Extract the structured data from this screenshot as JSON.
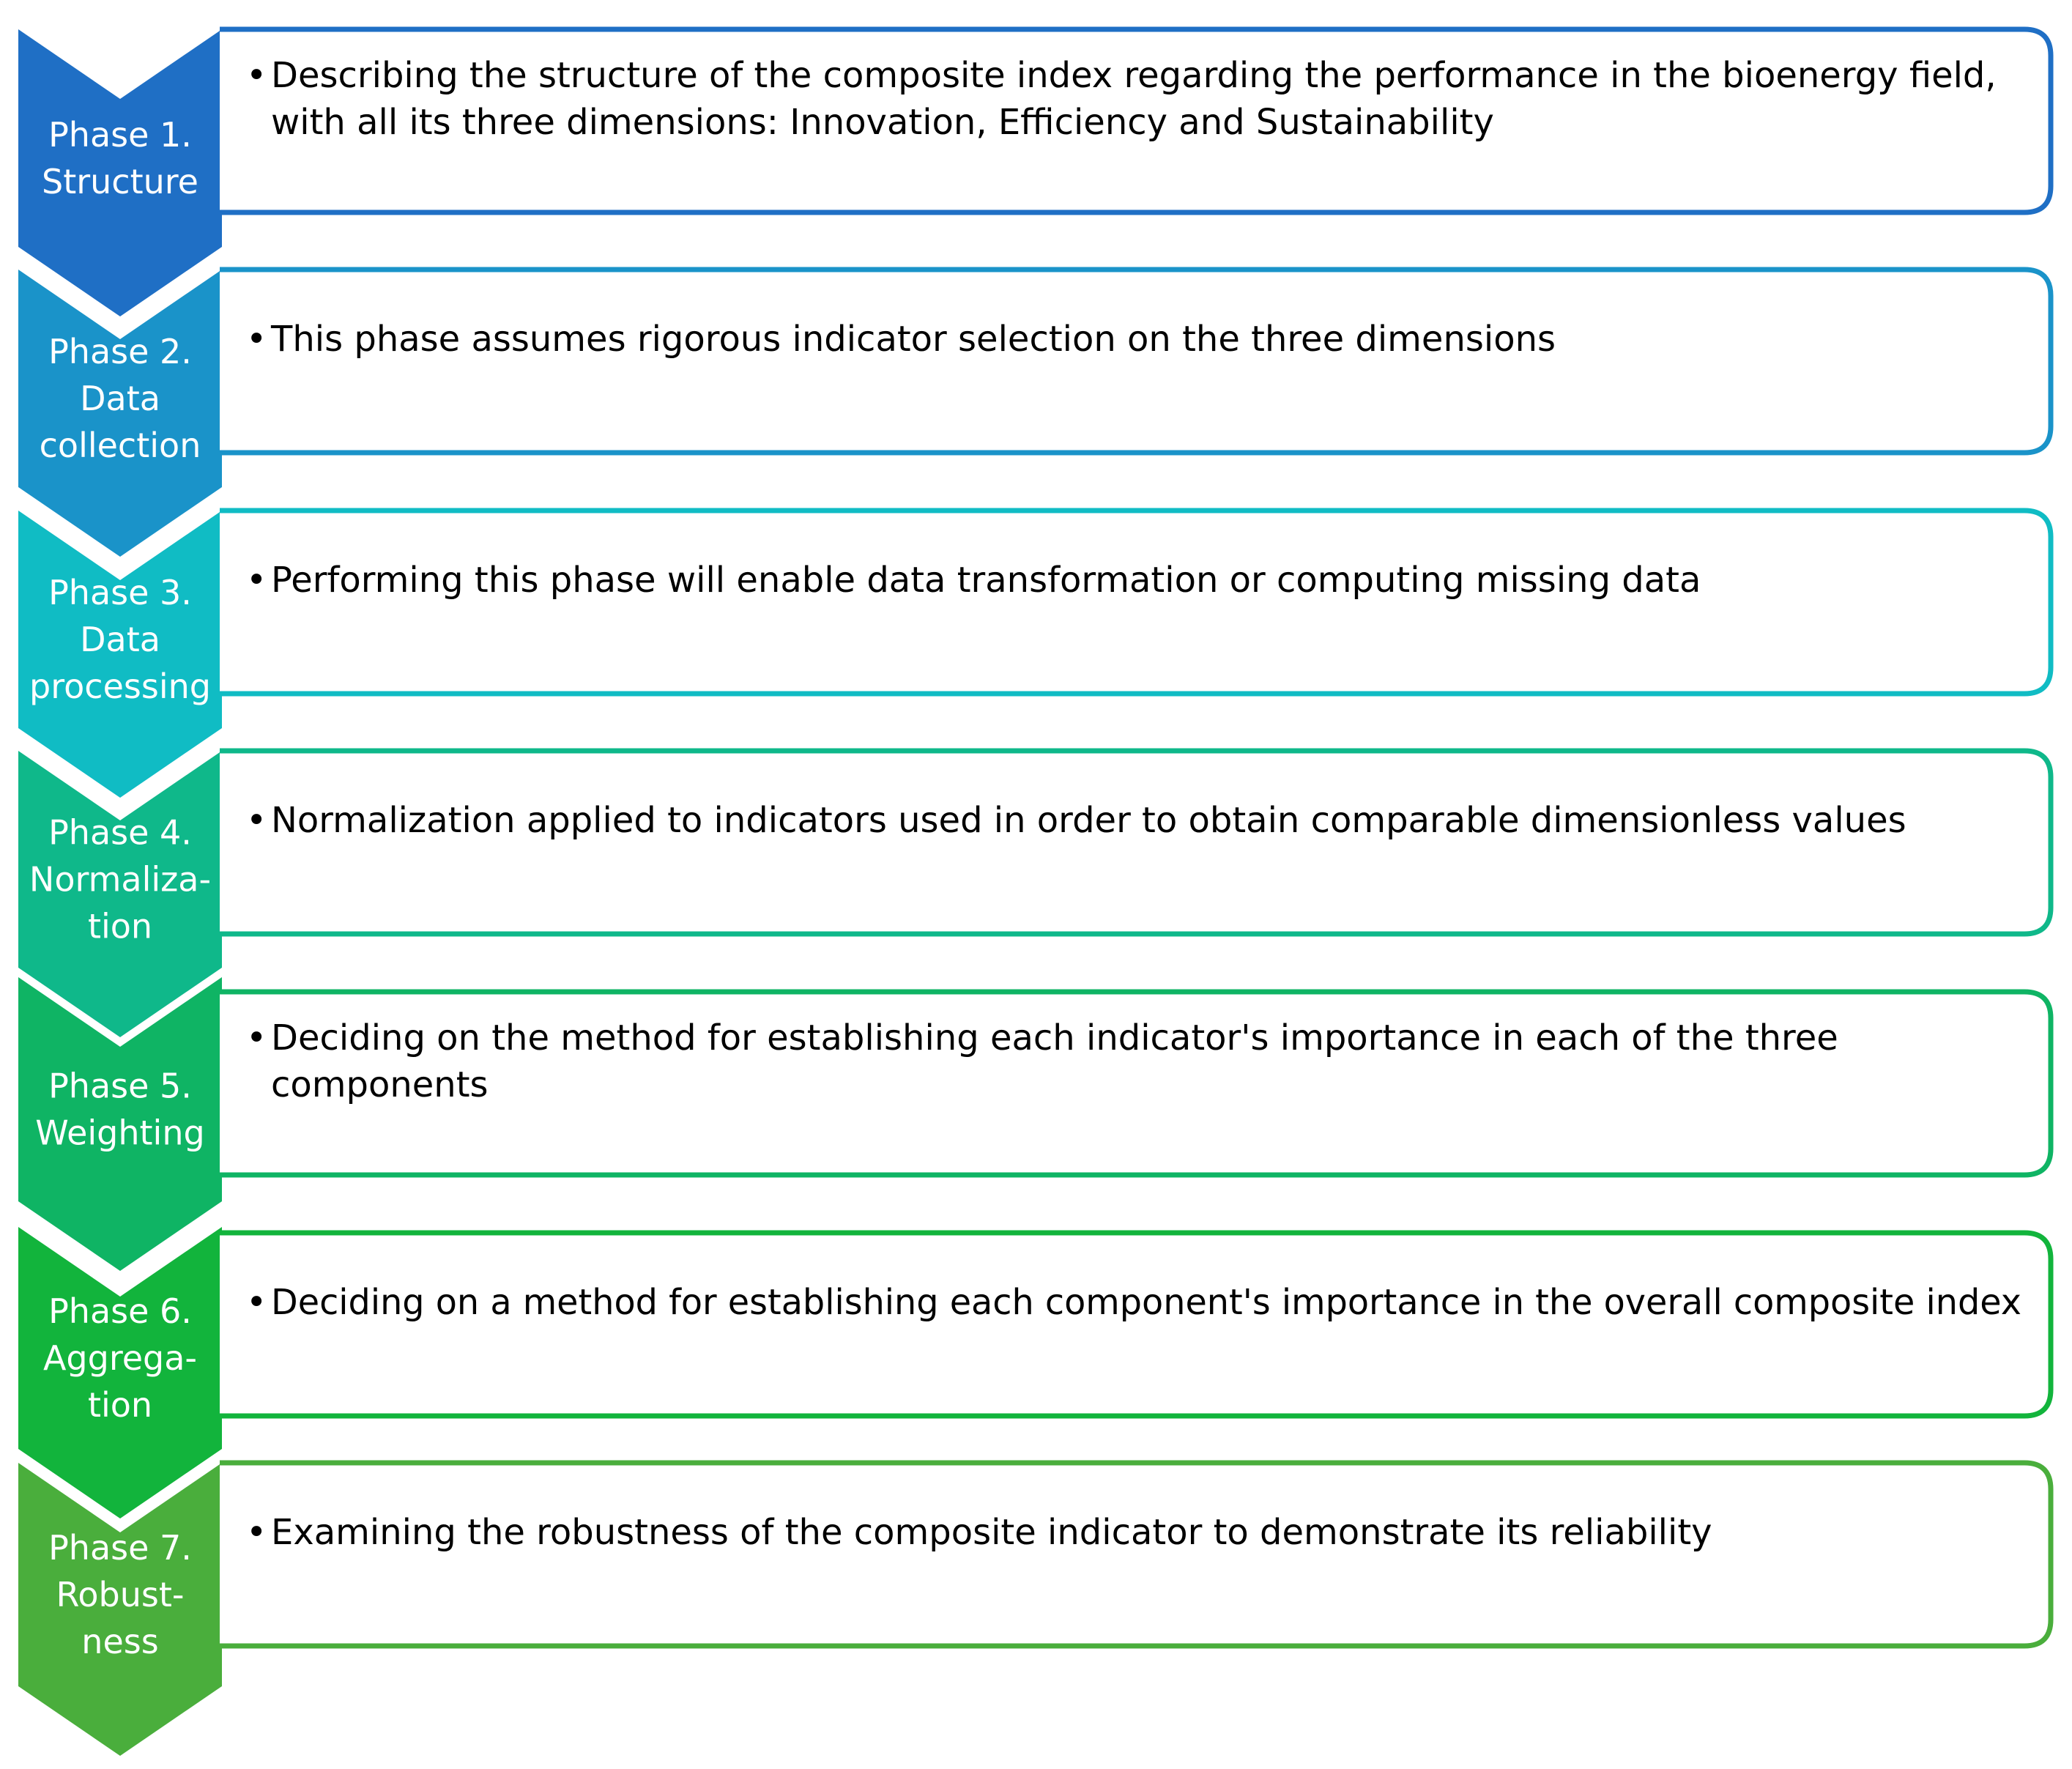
{
  "phases": [
    {
      "label_lines": [
        "Phase 1.",
        "Structure"
      ],
      "description_lines": [
        "Describing the structure of the composite index regarding the performance in the bioenergy field,",
        "with all its three dimensions: Innovation, Efficiency and Sustainability"
      ],
      "color": "#1f6fc5"
    },
    {
      "label_lines": [
        "Phase 2.",
        "Data",
        "collection"
      ],
      "description_lines": [
        "This phase assumes rigorous indicator selection on the three dimensions"
      ],
      "color": "#1a93c9"
    },
    {
      "label_lines": [
        "Phase 3.",
        "Data",
        "processing"
      ],
      "description_lines": [
        "Performing this phase will enable data transformation or computing missing data"
      ],
      "color": "#10bcc4"
    },
    {
      "label_lines": [
        "Phase 4.",
        "Normaliza-",
        "tion"
      ],
      "description_lines": [
        "Normalization applied to indicators used in order to obtain comparable dimensionless values"
      ],
      "color": "#0fb88a"
    },
    {
      "label_lines": [
        "Phase 5.",
        "Weighting"
      ],
      "description_lines": [
        "Deciding on the method for establishing each indicator's importance in each of the three",
        "components"
      ],
      "color": "#0fb464"
    },
    {
      "label_lines": [
        "Phase 6.",
        "Aggrega-",
        "tion"
      ],
      "description_lines": [
        "Deciding on a method for establishing each component's importance in the overall composite index"
      ],
      "color": "#12b43c"
    },
    {
      "label_lines": [
        "Phase 7.",
        "Robust-",
        "ness"
      ],
      "description_lines": [
        "Examining the robustness of the composite indicator to demonstrate its reliability"
      ],
      "color": "#4aae3c"
    }
  ],
  "bullet_symbol": "•"
}
